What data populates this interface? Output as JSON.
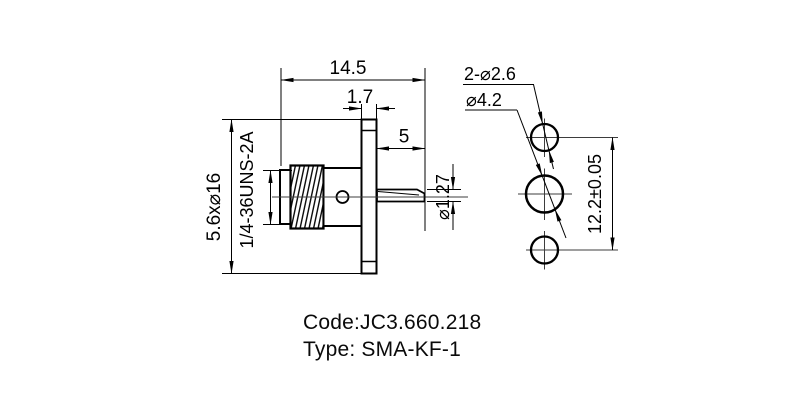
{
  "drawing_title": "SMA panel connector dimensional drawing",
  "side_view": {
    "dim_overall_length": "14.5",
    "dim_flange_thickness": "1.7",
    "dim_pin_length": "5",
    "dim_pin_diameter": "⌀1.27",
    "dim_flange_outline": "5.6x⌀16",
    "dim_thread_spec": "1/4-36UNS-2A"
  },
  "front_view": {
    "dim_mount_holes": "2-⌀2.6",
    "dim_center_hole": "⌀4.2",
    "dim_hole_spacing": "12.2±0.05"
  },
  "caption": {
    "code": "Code:JC3.660.218",
    "type": "Type: SMA-KF-1"
  },
  "colors": {
    "object_line": "#000000",
    "thin_line": "#3d3d3d",
    "background": "#ffffff"
  }
}
